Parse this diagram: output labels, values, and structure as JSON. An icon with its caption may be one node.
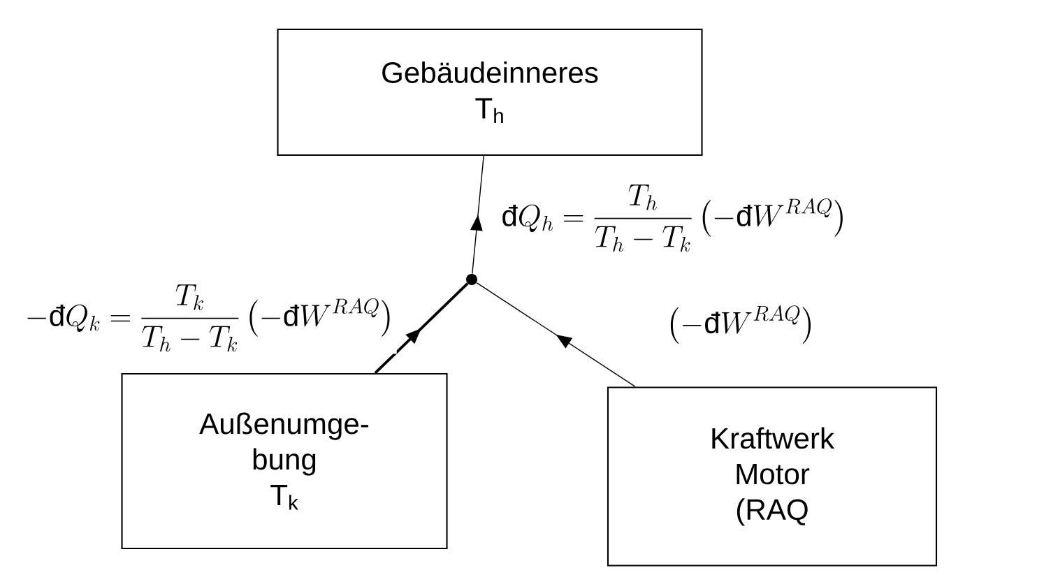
{
  "diagram": {
    "nodes": [
      {
        "text": [
          "Gebäudeinneres",
          "T$_{h}$"
        ]
      },
      {
        "text": [],
        "shape": "circle"
      },
      {
        "text": [
          "Außenumge- bung",
          "T$_{k}$"
        ]
      },
      {
        "text": [
          "Kraftwerk Motor",
          "(RAQ"
        ]
      }
    ],
    "edges": [
      {
        "from": 1,
        "to": 0,
        "arrow": "to",
        "label": "\\text{đ}Q_{h}=\\frac{T_{h}}{T_{h}-T_{k}}\\left(-\\text{đ}W^{RAQ}\\right)"
      },
      {
        "from": 2,
        "to": 1,
        "arrow": "to",
        "style": "thick",
        "label": "-\\text{đ}Q_{k}=\\frac{T_{k}}{T_{h}-T_{k}}\\left(-\\text{đ}W^{RAQ}\\right)"
      },
      {
        "from": 3,
        "to": 1,
        "arrow": "to",
        "label": "\\left(-\\text{đ}W^{RAQ}\\right)"
      }
    ]
  }
}
